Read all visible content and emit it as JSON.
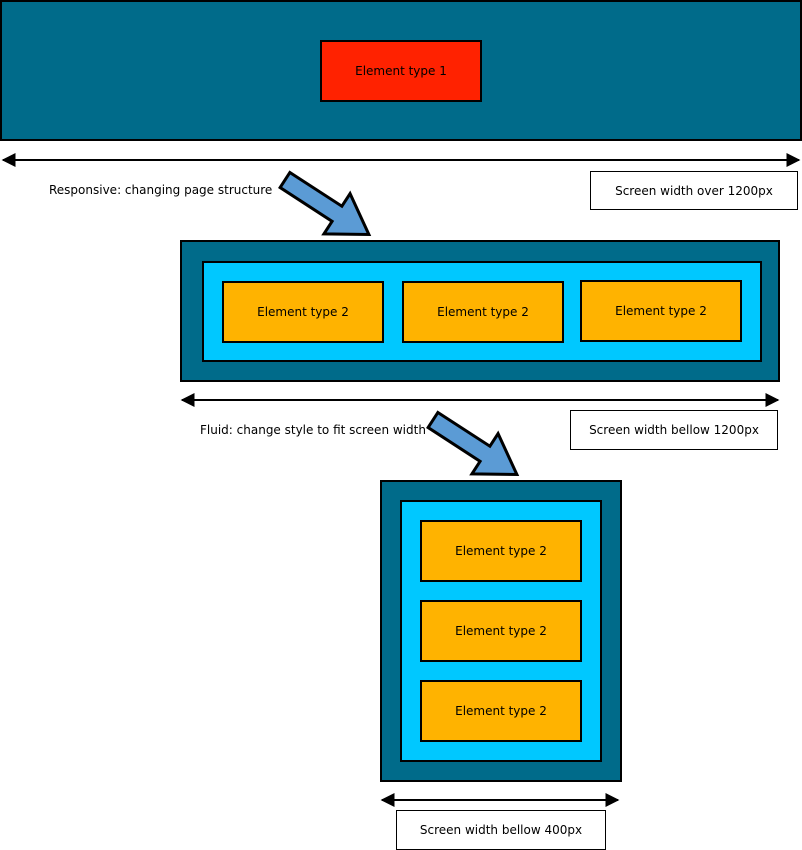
{
  "sections": {
    "large": {
      "element_label": "Element type 1",
      "width_label": "Screen width over 1200px"
    },
    "medium": {
      "elements": [
        "Element type 2",
        "Element type 2",
        "Element type 2"
      ],
      "width_label": "Screen width bellow 1200px"
    },
    "small": {
      "elements": [
        "Element type 2",
        "Element type 2",
        "Element type 2"
      ],
      "width_label": "Screen width bellow 400px"
    }
  },
  "transitions": {
    "responsive": "Responsive: changing page structure",
    "fluid": "Fluid: change style to fit screen width"
  },
  "colors": {
    "outer_container": "#006b8a",
    "inner_container": "#00c8ff",
    "element_type_1": "#ff2200",
    "element_type_2": "#ffb300",
    "transition_arrow": "#5b9bd5"
  }
}
